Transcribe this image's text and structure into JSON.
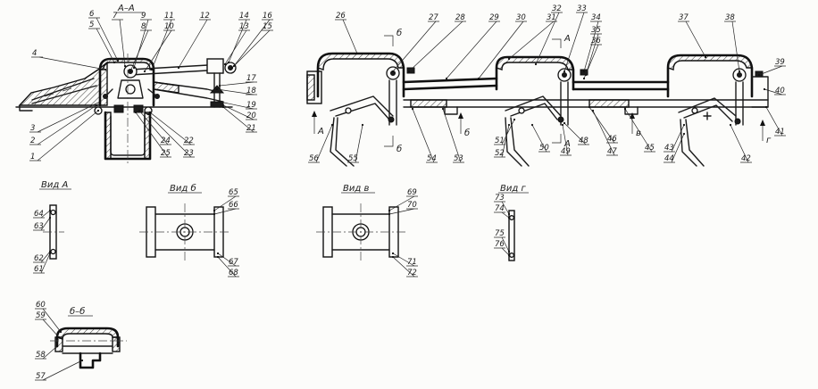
{
  "view_titles": {
    "section_aa": "А–А",
    "view_a": "Вид А",
    "view_b": "Вид б",
    "view_v": "Вид в",
    "view_g": "Вид г",
    "section_bb": "б–б"
  },
  "direction_marks": {
    "arrow_a_left": "А",
    "arrow_b_mid": "б",
    "arrow_v": "в",
    "arrow_g": "г",
    "cut_b_top": "б",
    "cut_b_bottom": "б",
    "cut_a_top": "А",
    "cut_a_bottom": "А"
  },
  "callouts": [
    "1",
    "2",
    "3",
    "4",
    "5",
    "6",
    "7",
    "8",
    "9",
    "10",
    "11",
    "12",
    "13",
    "14",
    "15",
    "16",
    "17",
    "18",
    "19",
    "20",
    "21",
    "22",
    "23",
    "24",
    "25",
    "26",
    "27",
    "28",
    "29",
    "30",
    "31",
    "32",
    "33",
    "34",
    "35",
    "36",
    "37",
    "38",
    "39",
    "40",
    "41",
    "42",
    "43",
    "44",
    "45",
    "46",
    "47",
    "48",
    "49",
    "50",
    "51",
    "52",
    "53",
    "54",
    "55",
    "56",
    "57",
    "58",
    "59",
    "60",
    "61",
    "62",
    "63",
    "64",
    "65",
    "66",
    "67",
    "68",
    "69",
    "70",
    "71",
    "72",
    "73",
    "74",
    "75",
    "76"
  ],
  "legend_colors": {
    "line": "#1a1a1a",
    "paper": "#fcfcfa"
  }
}
